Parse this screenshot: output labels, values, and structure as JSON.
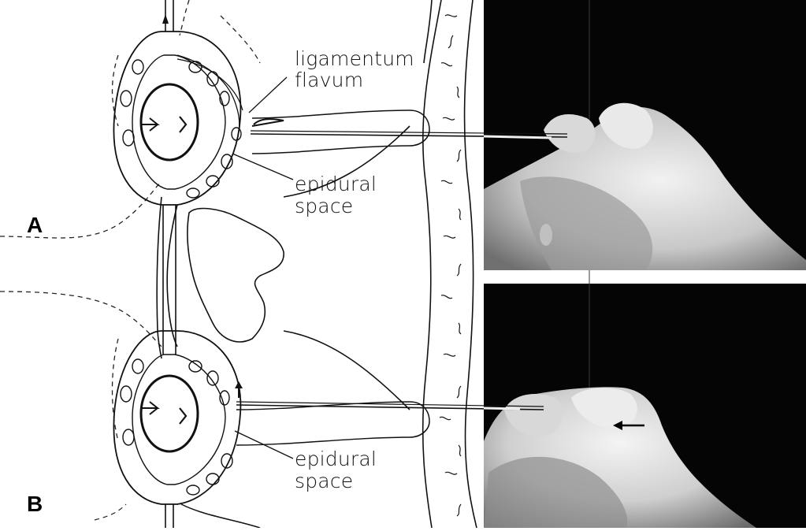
{
  "figure": {
    "panels": [
      {
        "letter": "A",
        "labels": [
          "ligamentum",
          "flavum",
          "epidural",
          "space"
        ]
      },
      {
        "letter": "B",
        "labels": [
          "epidural",
          "space"
        ]
      }
    ]
  },
  "colors": {
    "ink": "#111111",
    "photo_bg": "#050505",
    "skin_light": "#e8e8e8",
    "skin_mid": "#a9a9a9"
  }
}
